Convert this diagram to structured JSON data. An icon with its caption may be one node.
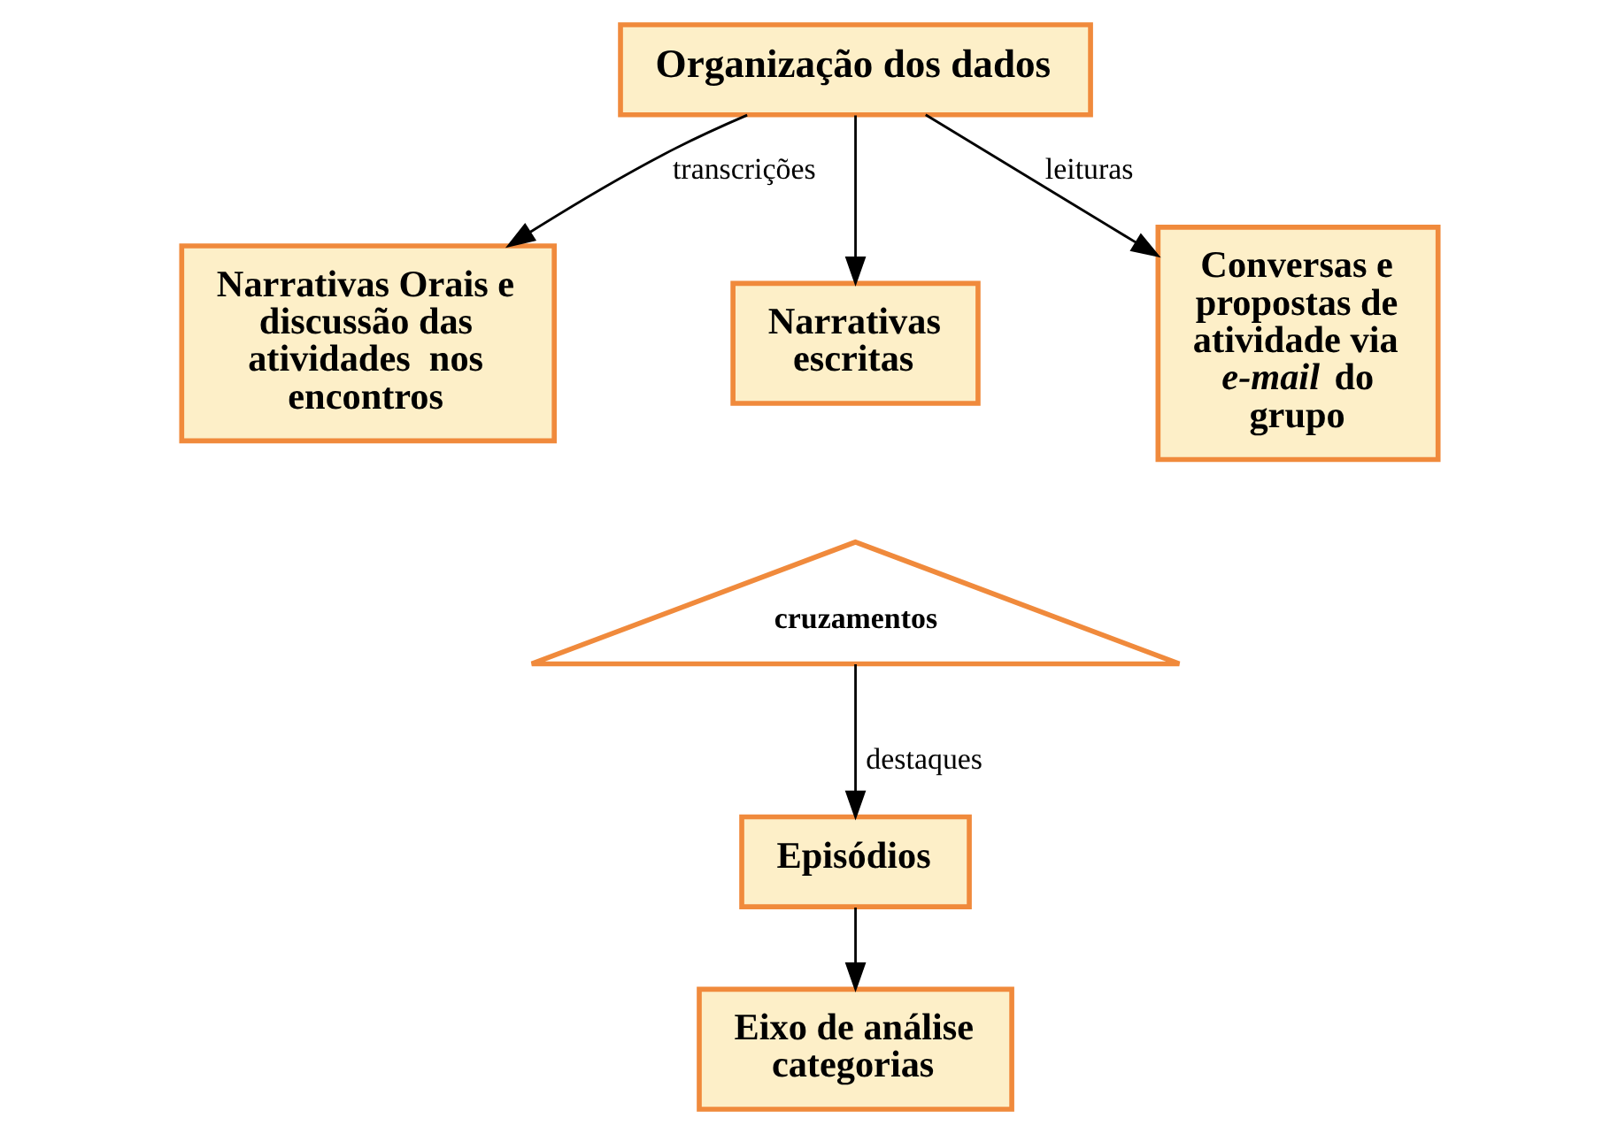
{
  "diagram": {
    "nodes": [
      {
        "text": [
          "Organização dos dados"
        ]
      },
      {
        "text": [
          "Narrativas escritas"
        ]
      },
      {
        "text": [
          "Narrativas Orais e discussão das atividades  nos encontros"
        ]
      },
      {
        "text": [
          "Conversas e propostas de atividade via *e-mail* do grupo"
        ]
      },
      {
        "text": [
          "cruzamentos"
        ]
      },
      {
        "text": [
          "Episódios"
        ]
      },
      {
        "text": [
          "Eixo de análise categorias"
        ]
      }
    ],
    "edges": [
      {
        "from": 0,
        "to": 2,
        "arrow": "to",
        "label": "transcrições"
      },
      {
        "from": 0,
        "to": 1,
        "arrow": "to"
      },
      {
        "from": 0,
        "to": 3,
        "arrow": "to",
        "label": "leituras"
      },
      {
        "from": 4,
        "to": 5,
        "arrow": "to",
        "label": "destaques"
      },
      {
        "from": 5,
        "to": 6,
        "arrow": "to"
      }
    ]
  }
}
